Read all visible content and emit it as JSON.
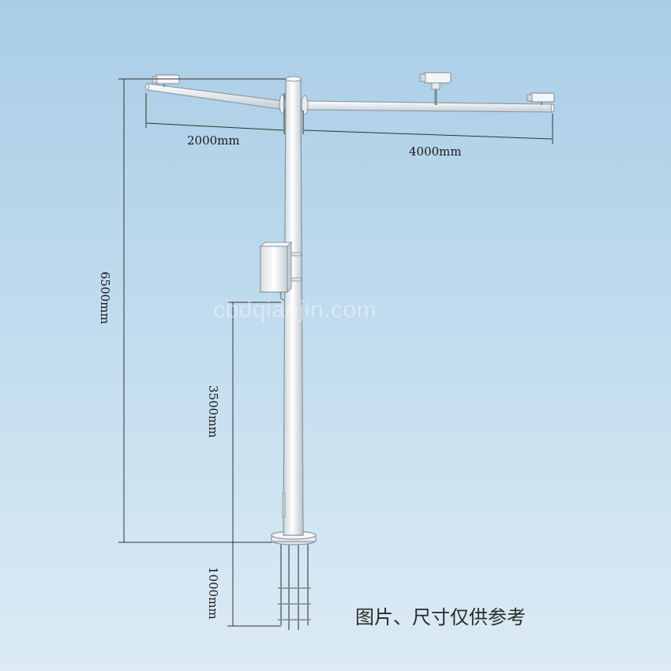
{
  "dimensions": {
    "left_arm": "2000mm",
    "right_arm": "4000mm",
    "total_height": "6500mm",
    "box_height": "3500mm",
    "foundation_depth": "1000mm"
  },
  "watermark": "cbdqianjin.com",
  "caption": "图片、尺寸仅供参考",
  "colors": {
    "sky_top": "#a9cde6",
    "sky_bottom": "#dcebf5",
    "pole": "#eef2f5",
    "outline": "#8a959e",
    "dimension_line": "#333333"
  },
  "icons": {
    "camera": "cctv-camera-icon",
    "box": "electrical-box-icon"
  }
}
